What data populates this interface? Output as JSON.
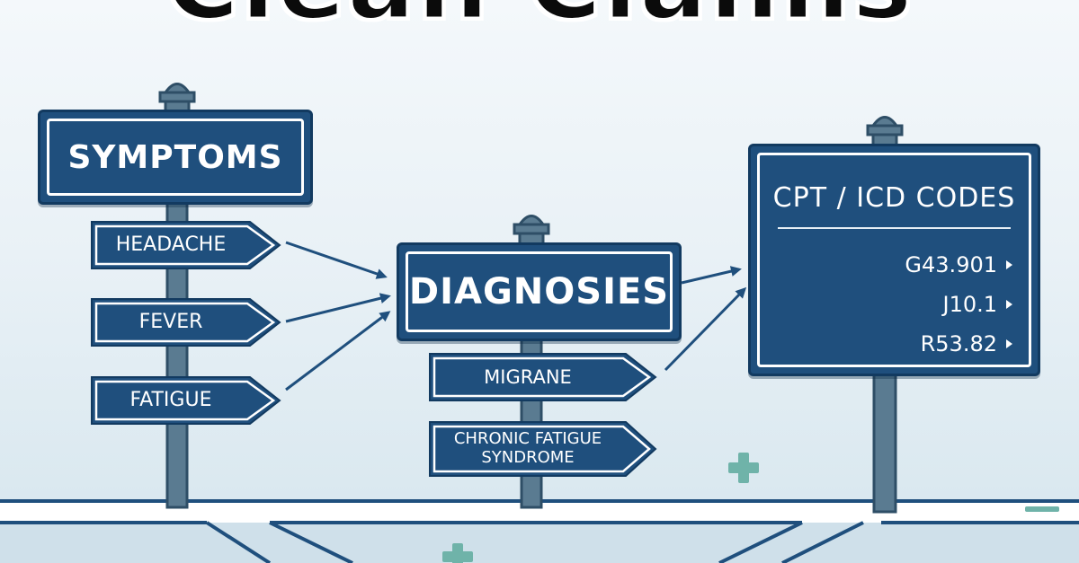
{
  "headline": "Clean Claims",
  "signs": {
    "symptoms": "SYMPTOMS",
    "diagnoses": "DIAGNOSIES",
    "codes_title": "CPT / ICD CODES"
  },
  "symptom_tags": [
    "HEADACHE",
    "FEVER",
    "FATIGUE"
  ],
  "diagnosis_tags": [
    "MIGRANE",
    "CHRONIC FATIGUE",
    "SYNDROME"
  ],
  "codes": [
    "G43.901",
    "J10.1",
    "R53.82"
  ],
  "colors": {
    "sign_blue": "#1f4f7d",
    "sign_border": "#123a60",
    "pole": "#4f6f86",
    "accent_teal": "#6fb3a9"
  }
}
